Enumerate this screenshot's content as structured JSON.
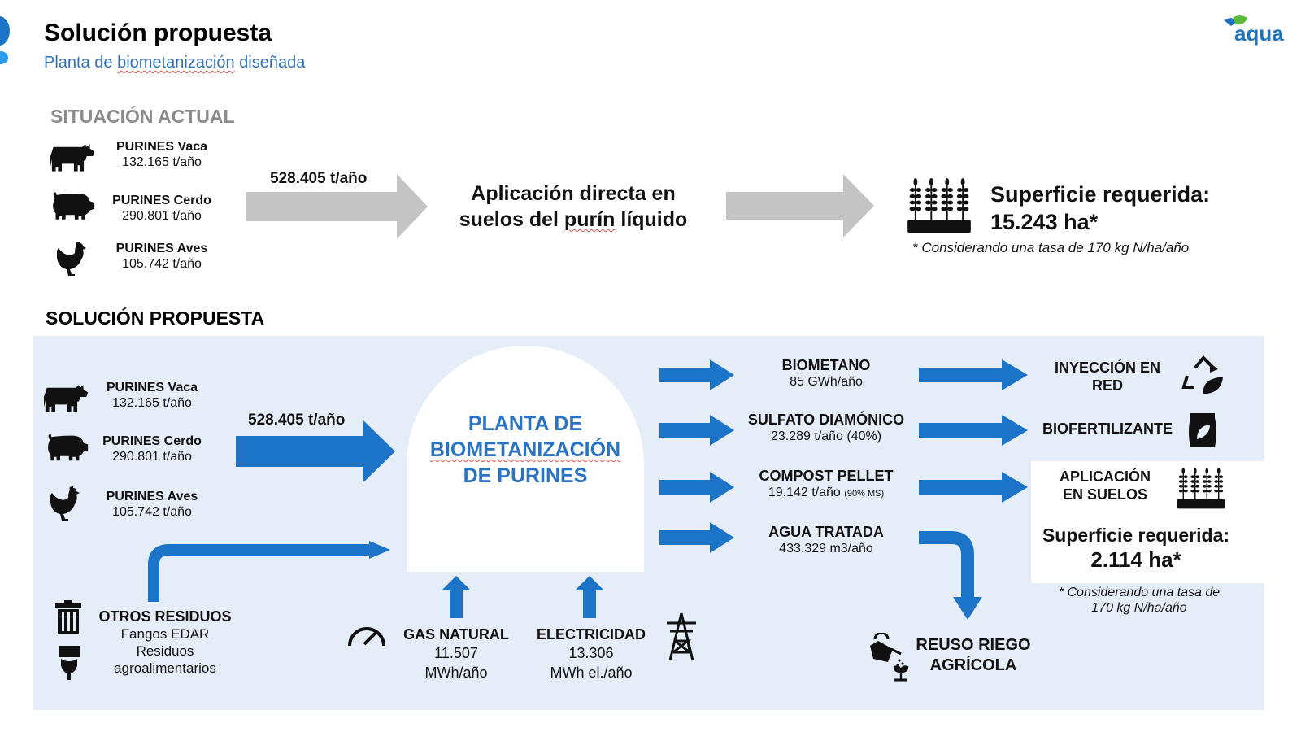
{
  "header": {
    "title": "Solución propuesta",
    "subtitle_pre": "Planta de ",
    "subtitle_misspelled": "biometanización",
    "subtitle_post": " diseñada",
    "logo_text": "aqua"
  },
  "colors": {
    "accent_blue": "#1c74c9",
    "panel_bg": "#e5eef8",
    "gray_arrow": "#c4c4c4",
    "title_blue": "#2a73c2"
  },
  "current": {
    "heading": "SITUACIÓN ACTUAL",
    "inputs": [
      {
        "icon": "cow-icon",
        "label": "PURINES Vaca",
        "value": "132.165 t/año"
      },
      {
        "icon": "pig-icon",
        "label": "PURINES Cerdo",
        "value": "290.801 t/año"
      },
      {
        "icon": "chicken-icon",
        "label": "PURINES Aves",
        "value": "105.742 t/año"
      }
    ],
    "total": "528.405 t/año",
    "process_line1": "Aplicación directa en",
    "process_line2_pre": "suelos del ",
    "process_line2_misspelled": "purín",
    "process_line2_post": " líquido",
    "result_label": "Superficie requerida:",
    "result_value": "15.243 ha*",
    "footnote": "* Considerando una tasa de 170 kg N/ha/año"
  },
  "proposed": {
    "heading": "SOLUCIÓN PROPUESTA",
    "inputs": [
      {
        "icon": "cow-icon",
        "label": "PURINES Vaca",
        "value": "132.165 t/año"
      },
      {
        "icon": "pig-icon",
        "label": "PURINES Cerdo",
        "value": "290.801 t/año"
      },
      {
        "icon": "chicken-icon",
        "label": "PURINES Aves",
        "value": "105.742 t/año"
      }
    ],
    "total": "528.405 t/año",
    "plant_line1": "PLANTA DE",
    "plant_line2": "BIOMETANIZACIÓN",
    "plant_line3": "DE PURINES",
    "other_waste": {
      "title": "OTROS RESIDUOS",
      "line1": "Fangos EDAR",
      "line2": "Residuos",
      "line3": "agroalimentarios"
    },
    "gas": {
      "title": "GAS NATURAL",
      "value": "11.507",
      "unit": "MWh/año"
    },
    "electricity": {
      "title": "ELECTRICIDAD",
      "value": "13.306",
      "unit": "MWh el./año"
    },
    "products": [
      {
        "title": "BIOMETANO",
        "value": "85 GWh/año",
        "note": ""
      },
      {
        "title": "SULFATO DIAMÓNICO",
        "value": "23.289 t/año (40%)",
        "note": ""
      },
      {
        "title": "COMPOST PELLET",
        "value": "19.142 t/año",
        "note": "(90% MS)"
      },
      {
        "title": "AGUA TRATADA",
        "value": "433.329 m3/año",
        "note": ""
      }
    ],
    "destinations": {
      "grid_line1": "INYECCIÓN EN",
      "grid_line2": "RED",
      "biofert": "BIOFERTILIZANTE",
      "soil_line1": "APLICACIÓN",
      "soil_line2": "EN SUELOS",
      "result_label": "Superficie requerida:",
      "result_value": "2.114 ha*",
      "footnote_line1": "* Considerando una tasa de",
      "footnote_line2": "170 kg N/ha/año",
      "irrigation_line1": "REUSO RIEGO",
      "irrigation_line2": "AGRÍCOLA"
    }
  }
}
